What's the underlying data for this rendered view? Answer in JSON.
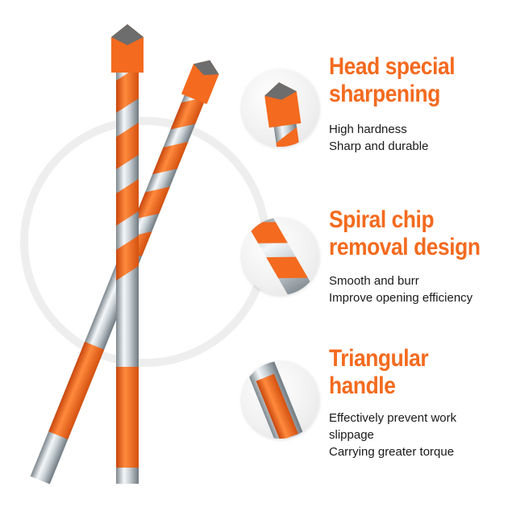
{
  "colors": {
    "accent": "#f46a1e",
    "accent_dark": "#d4500f",
    "steel_light": "#e9edf0",
    "steel_dark": "#8b959c",
    "text": "#1a1a1a"
  },
  "features": [
    {
      "title_line1": "Head special",
      "title_line2": "sharpening",
      "desc": [
        "High hardness",
        "Sharp and durable"
      ],
      "icon": "drill-tip-closeup-icon"
    },
    {
      "title_line1": "Spiral chip",
      "title_line2": "removal design",
      "desc": [
        "Smooth and burr",
        "Improve opening efficiency"
      ],
      "icon": "spiral-flute-closeup-icon"
    },
    {
      "title_line1": "Triangular",
      "title_line2": "handle",
      "desc": [
        "Effectively prevent work",
        "slippage",
        "Carrying greater torque"
      ],
      "icon": "triangular-shank-closeup-icon"
    }
  ]
}
